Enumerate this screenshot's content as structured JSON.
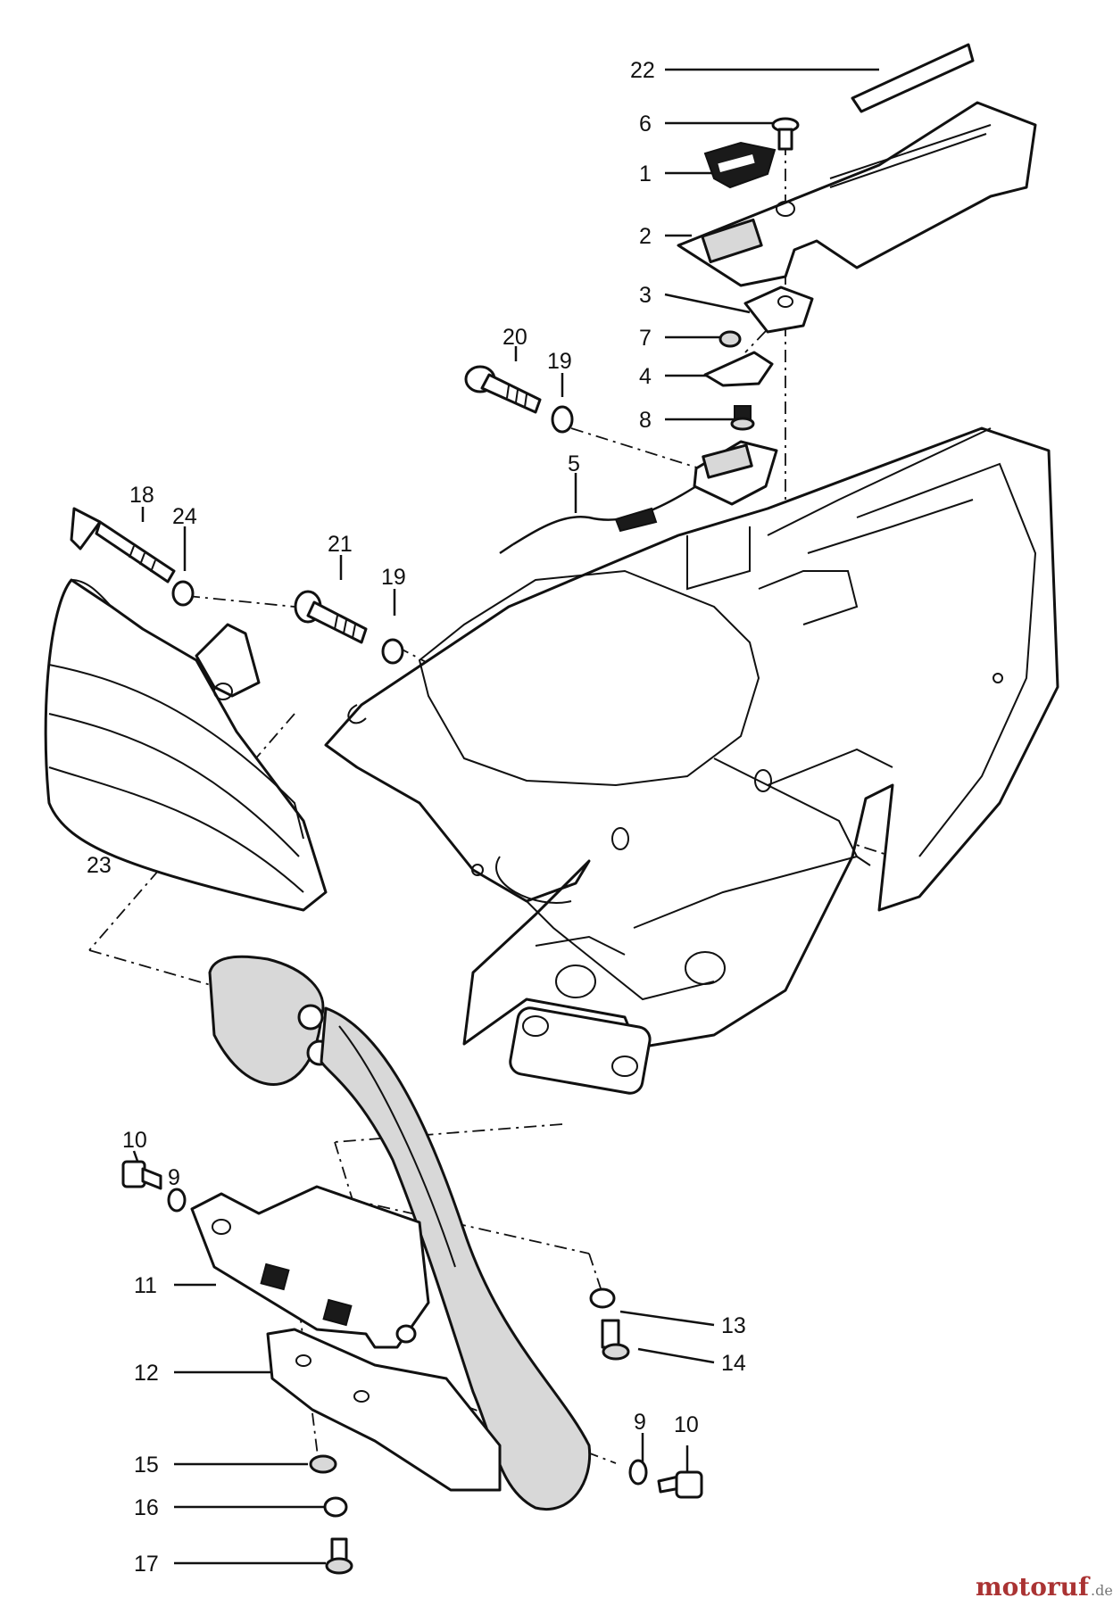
{
  "diagram": {
    "part_labels": [
      {
        "id": "22",
        "text": "22"
      },
      {
        "id": "6",
        "text": "6"
      },
      {
        "id": "1",
        "text": "1"
      },
      {
        "id": "2",
        "text": "2"
      },
      {
        "id": "3",
        "text": "3"
      },
      {
        "id": "7",
        "text": "7"
      },
      {
        "id": "4",
        "text": "4"
      },
      {
        "id": "8",
        "text": "8"
      },
      {
        "id": "20",
        "text": "20"
      },
      {
        "id": "19a",
        "text": "19"
      },
      {
        "id": "5",
        "text": "5"
      },
      {
        "id": "18",
        "text": "18"
      },
      {
        "id": "24",
        "text": "24"
      },
      {
        "id": "21",
        "text": "21"
      },
      {
        "id": "19b",
        "text": "19"
      },
      {
        "id": "23",
        "text": "23"
      },
      {
        "id": "10a",
        "text": "10"
      },
      {
        "id": "9a",
        "text": "9"
      },
      {
        "id": "11",
        "text": "11"
      },
      {
        "id": "13",
        "text": "13"
      },
      {
        "id": "14",
        "text": "14"
      },
      {
        "id": "12",
        "text": "12"
      },
      {
        "id": "9b",
        "text": "9"
      },
      {
        "id": "10b",
        "text": "10"
      },
      {
        "id": "15",
        "text": "15"
      },
      {
        "id": "16",
        "text": "16"
      },
      {
        "id": "17",
        "text": "17"
      }
    ],
    "watermark": {
      "brand": "motoruf",
      "suffix": ".de"
    }
  }
}
